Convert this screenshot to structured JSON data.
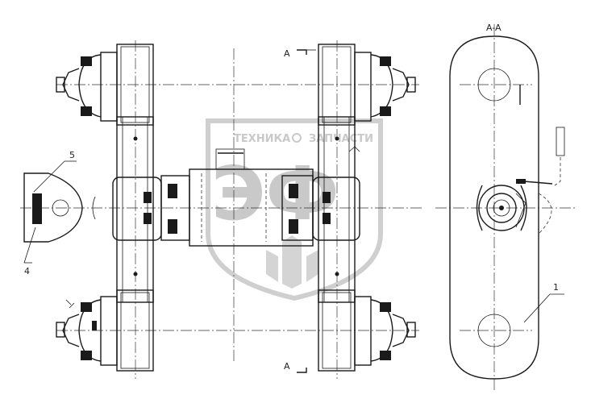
{
  "labels": {
    "section_title": "A-A",
    "section_mark_top": "A",
    "section_mark_bottom": "A",
    "callout_5": "5",
    "callout_4": "4",
    "callout_1": "1"
  },
  "watermark": {
    "text_left": "ТЕХНИКА",
    "text_right": "ЗАПЧАСТИ",
    "logo_letters": "ЭФ"
  },
  "colors": {
    "line": "#1a1a1a",
    "watermark": "#c9c9c9"
  }
}
